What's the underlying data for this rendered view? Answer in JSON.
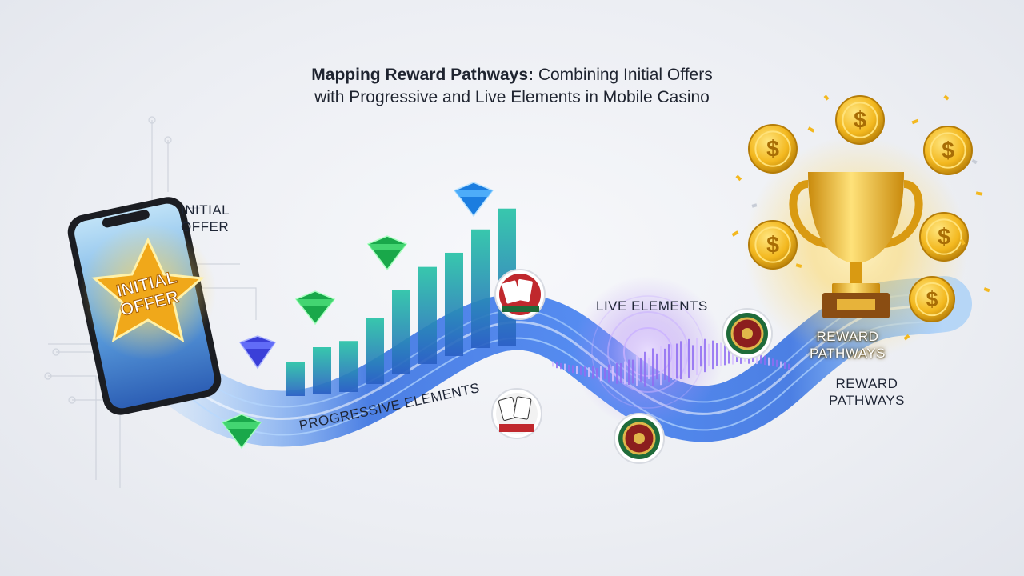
{
  "title": {
    "lead": "Mapping Reward Pathways:",
    "rest": " Combining Initial Offers",
    "line2": "with Progressive and Live Elements in Mobile Casino"
  },
  "labels": {
    "initial_offer_side_1": "INITIAL",
    "initial_offer_side_2": "OFFER",
    "badge_line_1": "INITIAL",
    "badge_line_2": "OFFER",
    "progressive": "PROGRESSIVE ELEMENTS",
    "live": "LIVE ELEMENTS",
    "reward_upper_1": "REWARD",
    "reward_upper_2": "PATHWAYS",
    "reward_lower_1": "REWARD",
    "reward_lower_2": "PATHWAYS"
  },
  "progress_bars": [
    0.17,
    0.25,
    0.28,
    0.38,
    0.5,
    0.58,
    0.62,
    0.72,
    0.84
  ],
  "coin_symbol": "$",
  "icons": [
    "phone-icon",
    "star-badge-icon",
    "gem-icon",
    "trophy-icon",
    "coin-icon",
    "playing-cards-icon",
    "roulette-icon",
    "sound-wave-icon"
  ],
  "colors": {
    "wave": "#2f6be0",
    "bar_start": "#2a63c9",
    "bar_end": "#24c7a8",
    "gold": "#f3b81f",
    "live_glow": "#9b6cf0"
  }
}
